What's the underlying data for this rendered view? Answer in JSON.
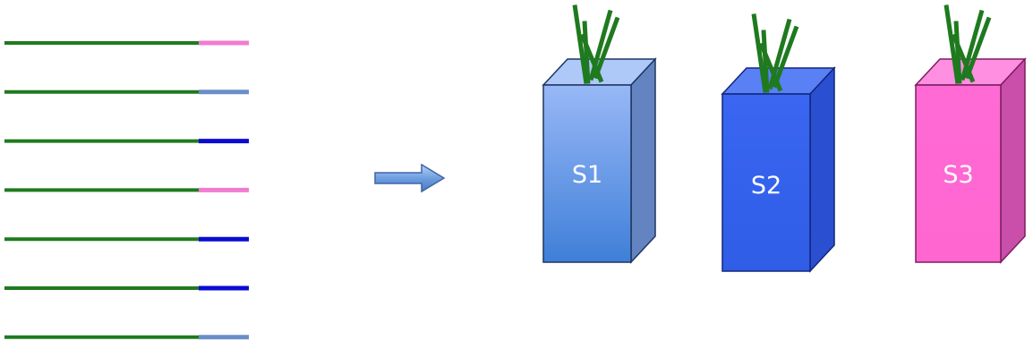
{
  "colors": {
    "strand": "#1f7a1f",
    "tag_palette": {
      "pink": "#f07ccf",
      "light_blue": "#6b8ec9",
      "dark_blue": "#0b0bd4"
    },
    "arrow": "#6f9fe0",
    "stem": "#1f7a1f"
  },
  "strands": [
    {
      "tag_color": "pink"
    },
    {
      "tag_color": "light_blue"
    },
    {
      "tag_color": "dark_blue"
    },
    {
      "tag_color": "pink"
    },
    {
      "tag_color": "dark_blue"
    },
    {
      "tag_color": "dark_blue"
    },
    {
      "tag_color": "light_blue"
    }
  ],
  "boxes": [
    {
      "label": "S1",
      "colors": {
        "front_top": "#98b8f6",
        "front_bottom": "#3f7fd8",
        "side": "#6384c0",
        "top": "#aec8f8",
        "edge": "#1e3560"
      }
    },
    {
      "label": "S2",
      "colors": {
        "front_top": "#3a66f2",
        "front_bottom": "#2f5de6",
        "side": "#2a4fd0",
        "top": "#5a80f6",
        "edge": "#13267a"
      }
    },
    {
      "label": "S3",
      "colors": {
        "front_top": "#ff6ad4",
        "front_bottom": "#ff66d0",
        "side": "#c94faa",
        "top": "#ff8fe0",
        "edge": "#7a1e5e"
      }
    }
  ]
}
